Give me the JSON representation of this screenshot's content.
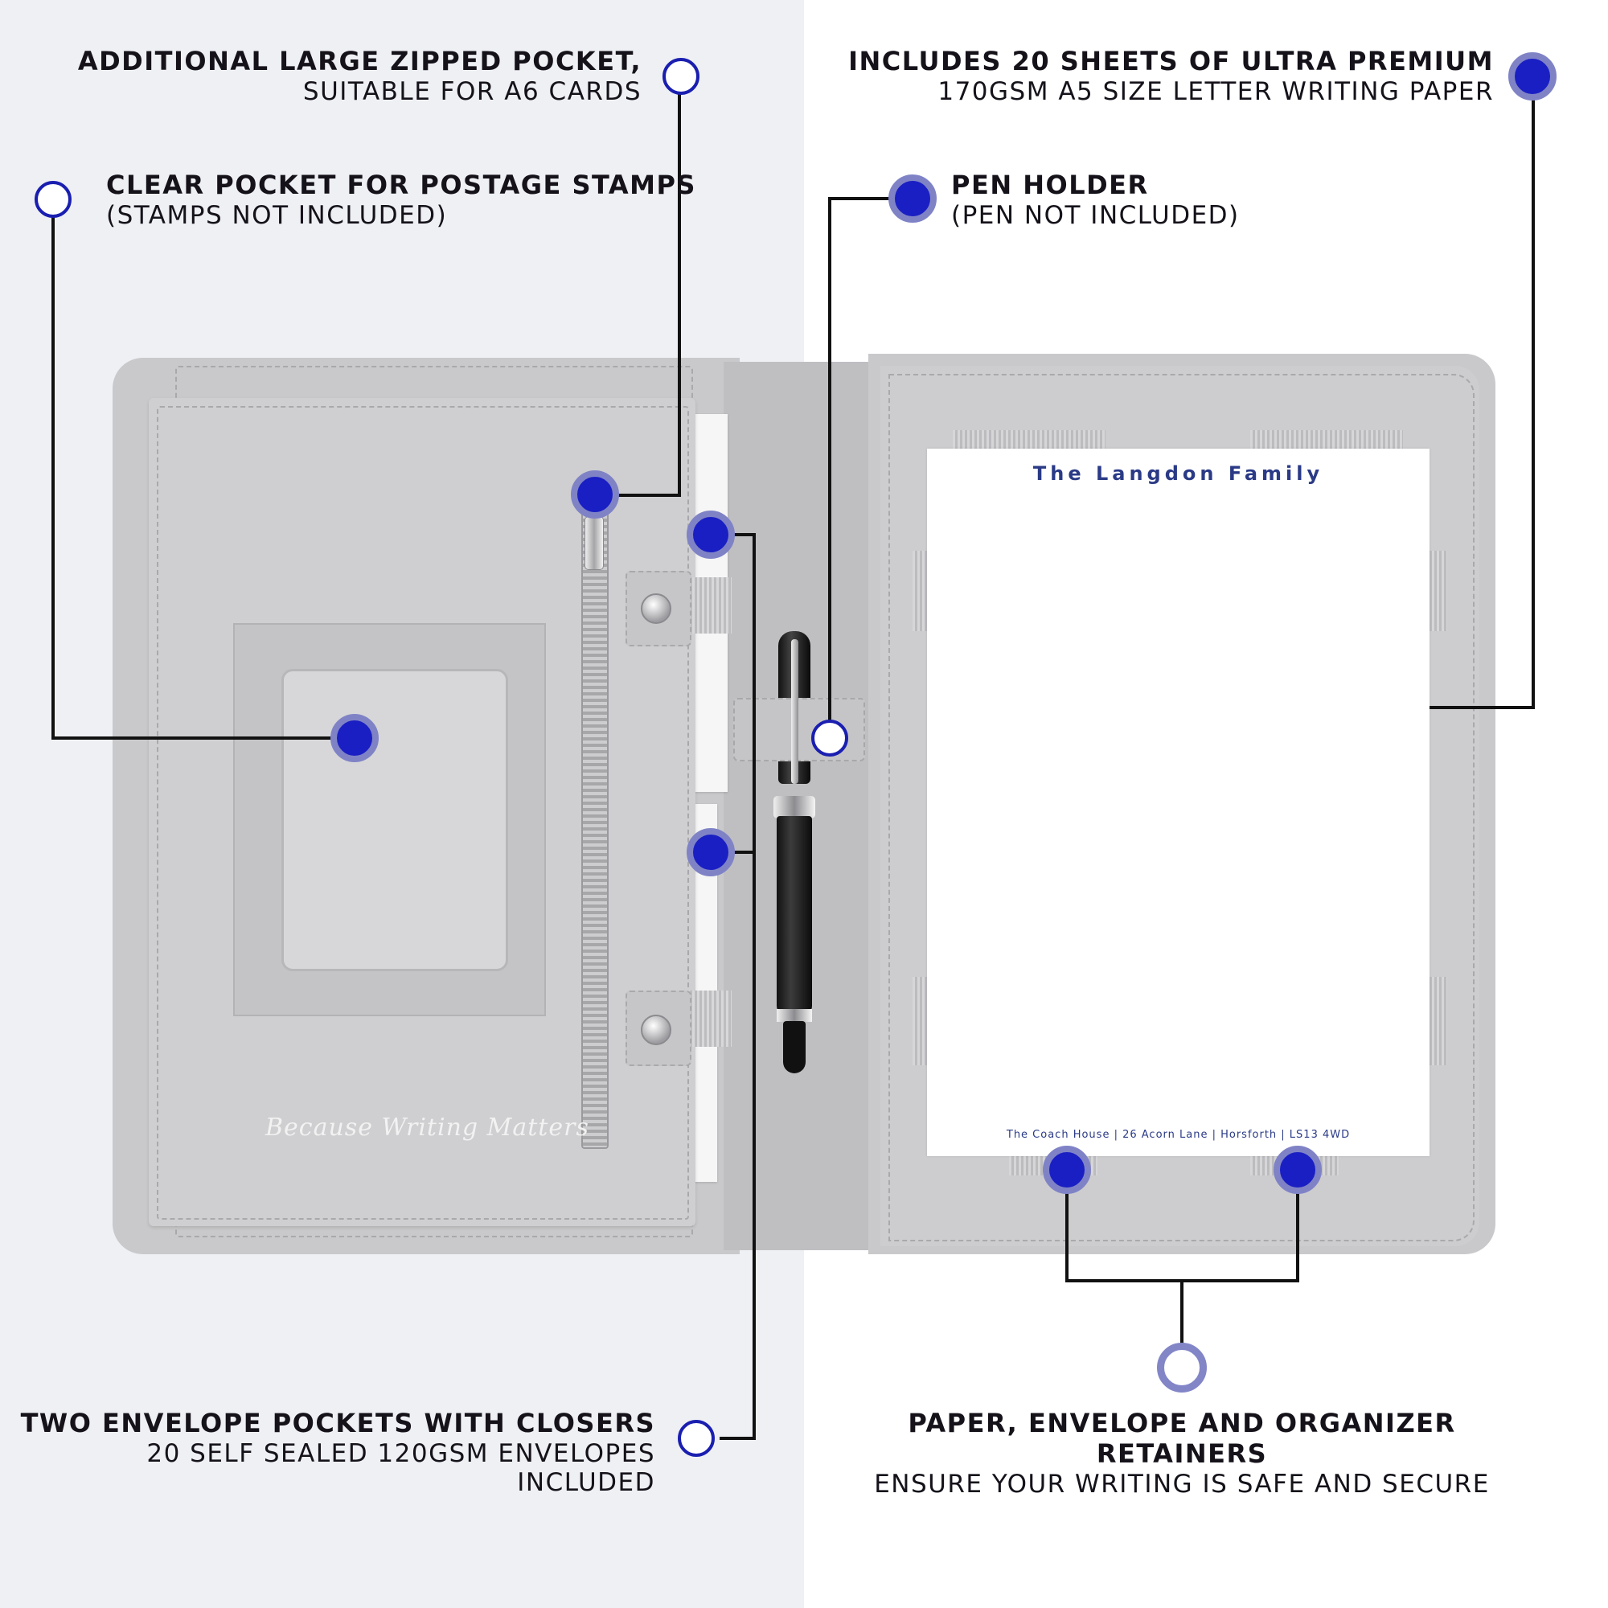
{
  "callouts": {
    "zipped_pocket": {
      "title": "ADDITIONAL LARGE ZIPPED POCKET,",
      "subtitle": "SUITABLE FOR A6 CARDS"
    },
    "stamps": {
      "title": "CLEAR POCKET FOR POSTAGE STAMPS",
      "subtitle": "(STAMPS NOT INCLUDED)"
    },
    "paper": {
      "title": "INCLUDES 20 SHEETS OF ULTRA PREMIUM",
      "subtitle": "170GSM A5 SIZE LETTER WRITING PAPER"
    },
    "pen_holder": {
      "title": "PEN HOLDER",
      "subtitle": "(PEN NOT INCLUDED)"
    },
    "envelopes": {
      "title": "TWO ENVELOPE POCKETS WITH CLOSERS",
      "subtitle": "20 SELF SEALED 120GSM ENVELOPES INCLUDED"
    },
    "retainers": {
      "title": "PAPER, ENVELOPE AND ORGANIZER RETAINERS",
      "subtitle": "ENSURE YOUR WRITING IS SAFE AND SECURE"
    }
  },
  "product": {
    "tagline": "Because Writing Matters",
    "letterhead_name": "The Langdon Family",
    "letterhead_address": "The Coach House | 26 Acorn Lane | Horsforth | LS13 4WD"
  },
  "colors": {
    "accent": "#1a1fc3",
    "ring": "#7f83c6",
    "leather": "#c9c9cb",
    "letterhead_text": "#2a3a86"
  }
}
